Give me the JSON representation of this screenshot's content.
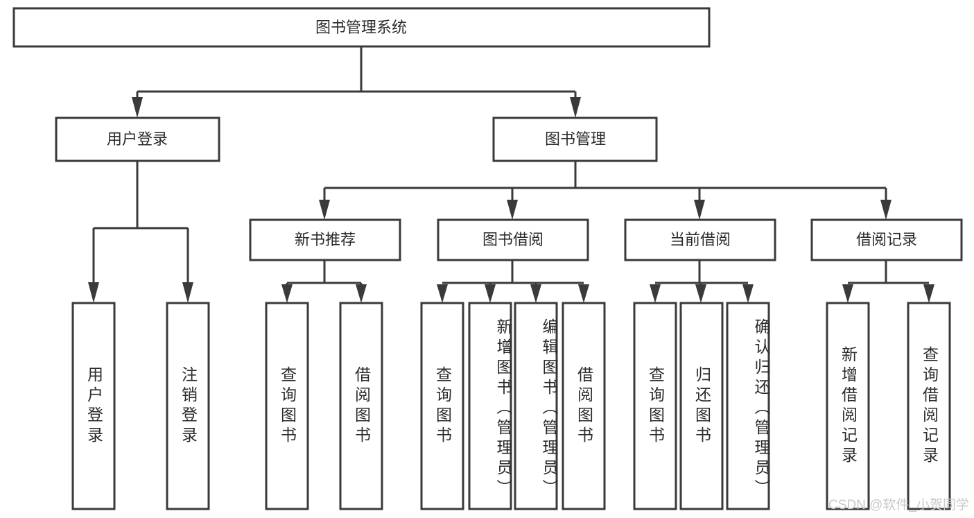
{
  "diagram": {
    "type": "hierarchy-tree",
    "title_node": {
      "id": "root",
      "label": "图书管理系统",
      "orientation": "horizontal"
    },
    "level1": [
      {
        "id": "user-login",
        "label": "用户登录",
        "orientation": "horizontal"
      },
      {
        "id": "book-management",
        "label": "图书管理",
        "orientation": "horizontal"
      }
    ],
    "level2": [
      {
        "id": "new-book-recommend",
        "label": "新书推荐",
        "orientation": "horizontal",
        "parent": "book-management"
      },
      {
        "id": "book-borrow",
        "label": "图书借阅",
        "orientation": "horizontal",
        "parent": "book-management"
      },
      {
        "id": "current-borrow",
        "label": "当前借阅",
        "orientation": "horizontal",
        "parent": "book-management"
      },
      {
        "id": "borrow-record",
        "label": "借阅记录",
        "orientation": "horizontal",
        "parent": "book-management"
      }
    ],
    "leaves": [
      {
        "id": "leaf-user-login",
        "label": "用户登录",
        "parent": "user-login",
        "orientation": "vertical"
      },
      {
        "id": "leaf-user-logout",
        "label": "注销登录",
        "parent": "user-login",
        "orientation": "vertical"
      },
      {
        "id": "leaf-query-book-1",
        "label": "查询图书",
        "parent": "new-book-recommend",
        "orientation": "vertical"
      },
      {
        "id": "leaf-borrow-book-1",
        "label": "借阅图书",
        "parent": "new-book-recommend",
        "orientation": "vertical"
      },
      {
        "id": "leaf-query-book-2",
        "label": "查询图书",
        "parent": "book-borrow",
        "orientation": "vertical"
      },
      {
        "id": "leaf-add-book",
        "label": "新增图书（管理员）",
        "parent": "book-borrow",
        "orientation": "vertical"
      },
      {
        "id": "leaf-edit-book",
        "label": "编辑图书（管理员）",
        "parent": "book-borrow",
        "orientation": "vertical"
      },
      {
        "id": "leaf-borrow-book-2",
        "label": "借阅图书",
        "parent": "book-borrow",
        "orientation": "vertical"
      },
      {
        "id": "leaf-query-book-3",
        "label": "查询图书",
        "parent": "current-borrow",
        "orientation": "vertical"
      },
      {
        "id": "leaf-return-book",
        "label": "归还图书",
        "parent": "current-borrow",
        "orientation": "vertical"
      },
      {
        "id": "leaf-confirm-return",
        "label": "确认归还（管理员）",
        "parent": "current-borrow",
        "orientation": "vertical"
      },
      {
        "id": "leaf-add-record",
        "label": "新增借阅记录",
        "parent": "borrow-record",
        "orientation": "vertical"
      },
      {
        "id": "leaf-query-record",
        "label": "查询借阅记录",
        "parent": "borrow-record",
        "orientation": "vertical"
      }
    ],
    "colors": {
      "stroke": "#3a3a3c",
      "fill": "#ffffff",
      "text": "#2b2b2b",
      "watermark": "#c9c9c9",
      "background": "#ffffff"
    }
  },
  "watermark": {
    "text": "CSDN @软件_小贺同学"
  }
}
